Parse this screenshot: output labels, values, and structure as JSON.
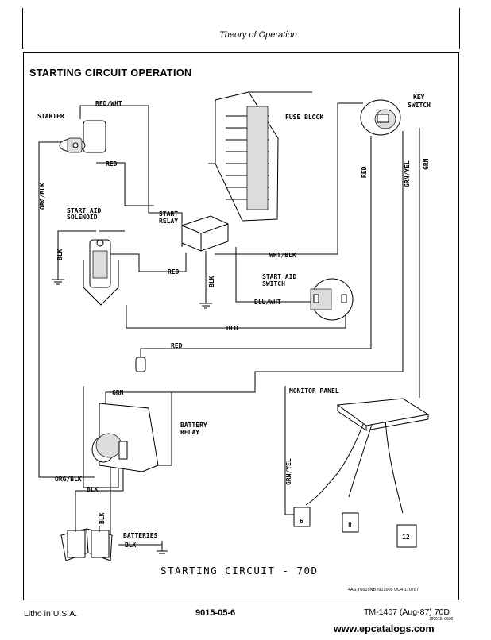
{
  "header": {
    "title": "Theory of Operation"
  },
  "section": {
    "title": "STARTING CIRCUIT OPERATION"
  },
  "diagram": {
    "caption": "STARTING CIRCUIT - 70D",
    "figure_code": "4AS;T6625NB /901505 UU4 170787",
    "components": {
      "starter": "STARTER",
      "fuse_block": "FUSE BLOCK",
      "key_switch_line1": "KEY",
      "key_switch_line2": "SWITCH",
      "start_relay_line1": "START",
      "start_relay_line2": "RELAY",
      "start_aid_solenoid_line1": "START AID",
      "start_aid_solenoid_line2": "SOLENOID",
      "start_aid_switch_line1": "START AID",
      "start_aid_switch_line2": "SWITCH",
      "battery_relay_line1": "BATTERY",
      "battery_relay_line2": "RELAY",
      "batteries": "BATTERIES",
      "monitor_panel": "MONITOR PANEL",
      "monitor_plug_6": "6",
      "monitor_plug_8": "8",
      "monitor_plug_12": "12"
    },
    "wires": {
      "red_wht": "RED/WHT",
      "red_starter": "RED",
      "org_blk_left": "ORG/BLK",
      "blk_solenoid": "BLK",
      "red_relay": "RED",
      "blk_relay": "BLK",
      "wht_blk": "WHT/BLK",
      "blu_wht": "BLU/WHT",
      "blu": "BLU",
      "red_top": "RED",
      "red_key": "RED",
      "grn_yel_key": "GRN/YEL",
      "grn_key": "GRN",
      "grn_battery": "GRN",
      "org_blk_bottom": "ORG/BLK",
      "blk_bottom": "BLK",
      "blk_vertical": "BLK",
      "blk_batteries": "BLK",
      "grn_yel_monitor": "GRN/YEL"
    }
  },
  "footer": {
    "left": "Litho in U.S.A.",
    "center": "9015-05-6",
    "right": "TM-1407 (Aug-87) 70D",
    "code": "J89015; 0506"
  },
  "watermark": "www.epcatalogs.com"
}
